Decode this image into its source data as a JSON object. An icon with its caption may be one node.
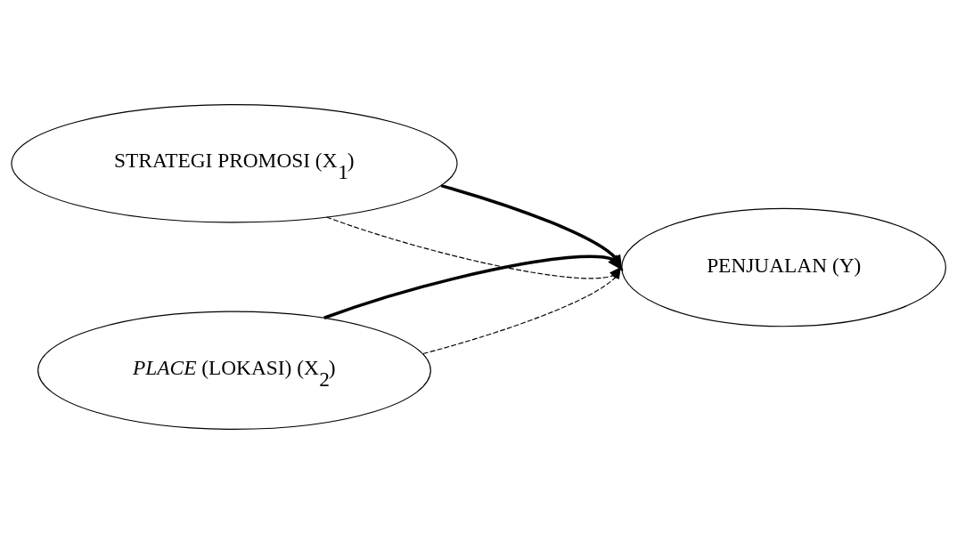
{
  "diagram": {
    "nodes": [
      {
        "text": [
          "STRATEGI PROMOSI (X$_{1}$)"
        ]
      },
      {
        "text": [
          "*PLACE* (LOKASI) (X$_{2}$)"
        ]
      },
      {
        "text": [
          "PENJUALAN (Y)"
        ]
      }
    ],
    "edges": [
      {
        "from": 0,
        "to": 2,
        "arrow": "to",
        "style": "dashed"
      },
      {
        "from": 1,
        "to": 2,
        "arrow": "to",
        "style": "dashed"
      },
      {
        "from": 0,
        "to": 2,
        "arrow": "to",
        "style": "thick"
      },
      {
        "from": 1,
        "to": 2,
        "arrow": "to",
        "style": "thick"
      }
    ]
  }
}
